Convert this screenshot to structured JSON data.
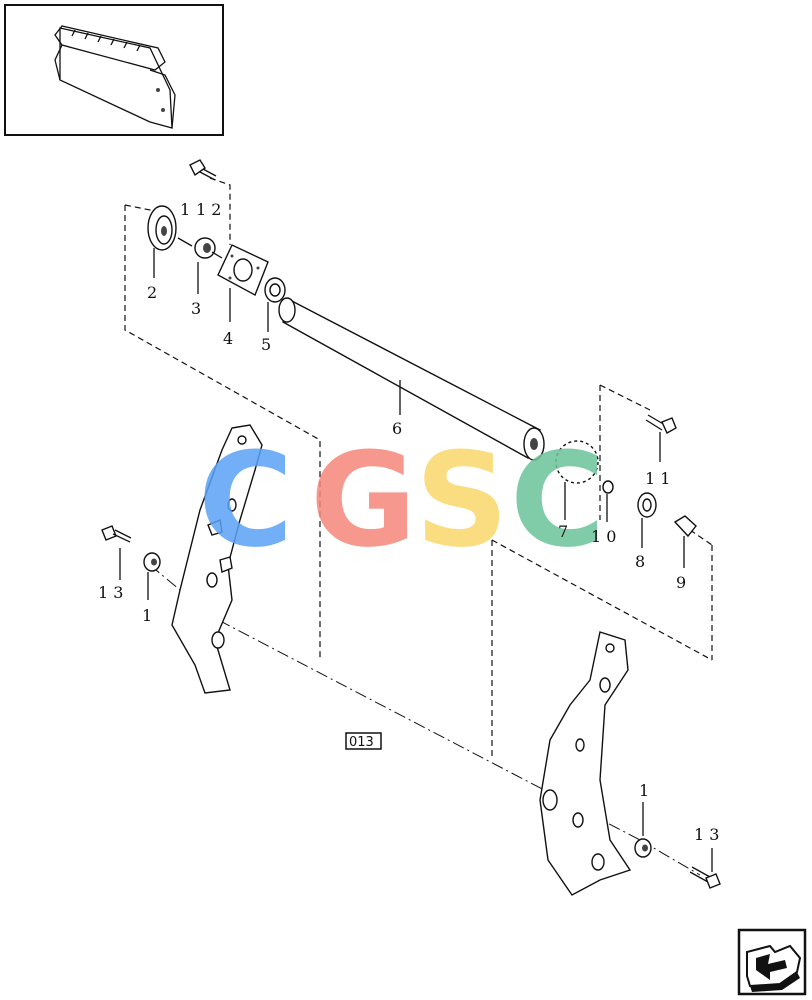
{
  "callouts": [
    {
      "id": "c1a",
      "text": "1"
    },
    {
      "id": "c12",
      "text": "1 2"
    },
    {
      "id": "c2",
      "text": "2"
    },
    {
      "id": "c3",
      "text": "3"
    },
    {
      "id": "c4",
      "text": "4"
    },
    {
      "id": "c5",
      "text": "5"
    },
    {
      "id": "c6",
      "text": "6"
    },
    {
      "id": "c11",
      "text": "1 1"
    },
    {
      "id": "c7",
      "text": "7"
    },
    {
      "id": "c10",
      "text": "1 0"
    },
    {
      "id": "c8",
      "text": "8"
    },
    {
      "id": "c9",
      "text": "9"
    },
    {
      "id": "c13a",
      "text": "1 3"
    },
    {
      "id": "c1b",
      "text": "1"
    },
    {
      "id": "c1c",
      "text": "1"
    },
    {
      "id": "c13b",
      "text": "1 3"
    }
  ],
  "reference_box": "013",
  "watermark": {
    "letters": [
      "C",
      "G",
      "S",
      "C"
    ],
    "colors": [
      "#5aa2f5",
      "#f5877a",
      "#f8d86a",
      "#6cc49a"
    ]
  },
  "nav_icon": "next-page-arrow-icon"
}
